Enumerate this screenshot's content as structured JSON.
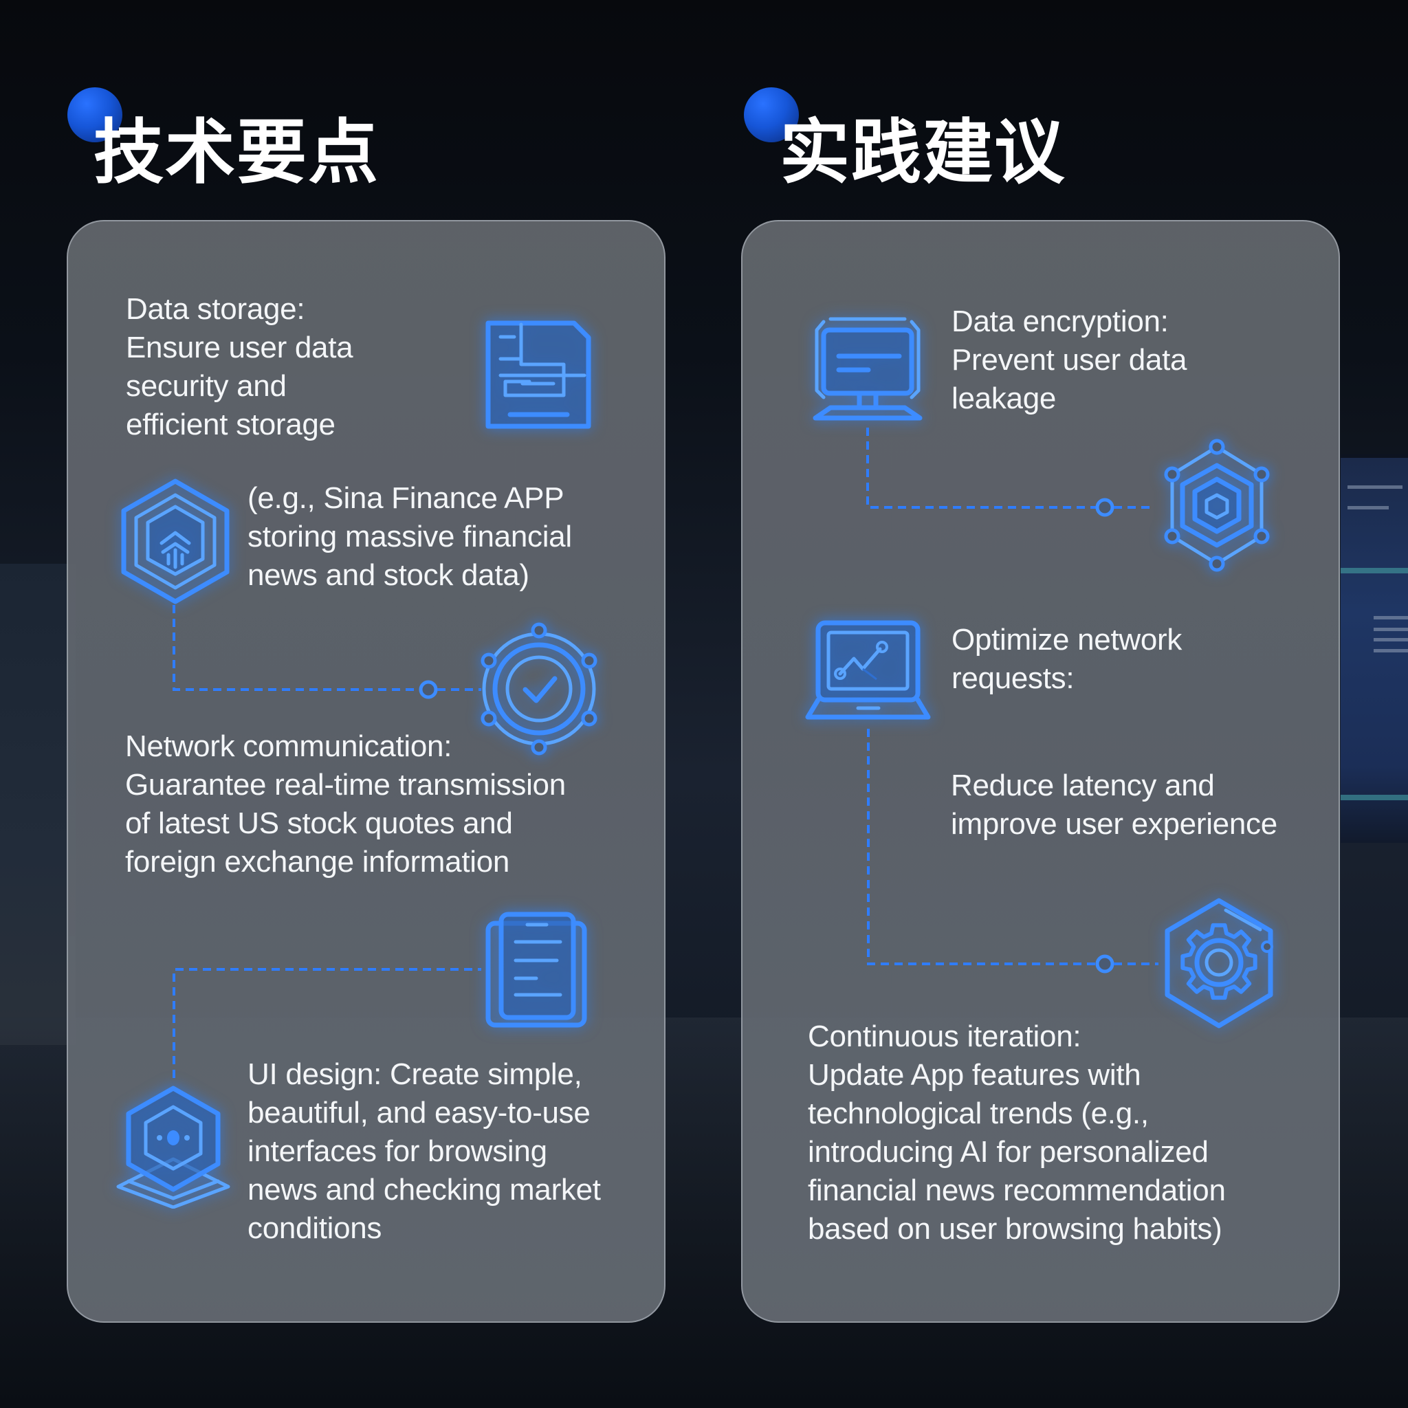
{
  "left_section": {
    "title": "技术要点",
    "accent_color": "#1656d8",
    "items": [
      {
        "icon": "document-storage-icon",
        "text": "Data storage:\nEnsure user data\nsecurity and\nefficient storage"
      },
      {
        "icon": "hexagon-layers-icon",
        "text": "(e.g., Sina Finance APP\nstoring massive financial\nnews and stock data)"
      },
      {
        "icon": "check-circle-network-icon",
        "text": "Network communication:\nGuarantee real-time transmission\nof latest US stock quotes and\nforeign exchange information"
      },
      {
        "icon": "mobile-document-icon",
        "text": ""
      },
      {
        "icon": "hexagon-ui-layers-icon",
        "text": "UI design: Create simple,\nbeautiful, and easy-to-use\ninterfaces for browsing\nnews and checking market\nconditions"
      }
    ]
  },
  "right_section": {
    "title": "实践建议",
    "accent_color": "#1656d8",
    "items": [
      {
        "icon": "monitor-icon",
        "text": "Data encryption:\nPrevent user data\nleakage"
      },
      {
        "icon": "hexagon-shield-network-icon",
        "text": ""
      },
      {
        "icon": "laptop-chart-icon",
        "text": "Optimize network\nrequests:"
      },
      {
        "icon": "",
        "text": "Reduce latency and\nimprove user experience"
      },
      {
        "icon": "hexagon-gear-icon",
        "text": ""
      },
      {
        "icon": "",
        "text": "Continuous iteration:\nUpdate App features with\ntechnological trends (e.g.,\nintroducing AI for personalized\nfinancial news recommendation\nbased on user browsing habits)"
      }
    ]
  },
  "colors": {
    "background": "#0b0f16",
    "card": "#62676e",
    "icon_blue": "#3d8cff",
    "text": "#f4f6f8"
  }
}
